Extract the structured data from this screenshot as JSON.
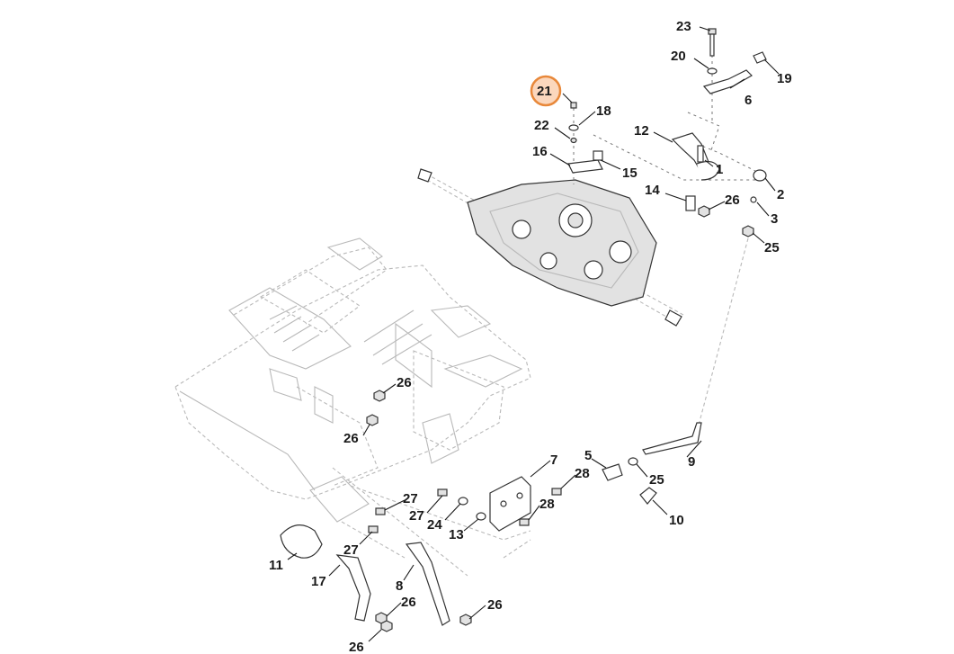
{
  "callouts": {
    "c1": "1",
    "c2": "2",
    "c3": "3",
    "c5": "5",
    "c6": "6",
    "c7": "7",
    "c8": "8",
    "c9": "9",
    "c10": "10",
    "c11": "11",
    "c12": "12",
    "c13": "13",
    "c14": "14",
    "c15": "15",
    "c16": "16",
    "c17": "17",
    "c18": "18",
    "c19": "19",
    "c20": "20",
    "c21": "21",
    "c22": "22",
    "c23": "23",
    "c24": "24",
    "c25a": "25",
    "c25b": "25",
    "c26a": "26",
    "c26b": "26",
    "c26c": "26",
    "c26d": "26",
    "c26e": "26",
    "c26f": "26",
    "c27a": "27",
    "c27b": "27",
    "c27c": "27",
    "c28a": "28",
    "c28b": "28"
  },
  "highlighted_callout": "21",
  "colors": {
    "highlight_fill": "#fbd7bd",
    "highlight_ring": "#e8883a",
    "line": "#1a1a1a",
    "ghost": "#b9b9b9"
  }
}
